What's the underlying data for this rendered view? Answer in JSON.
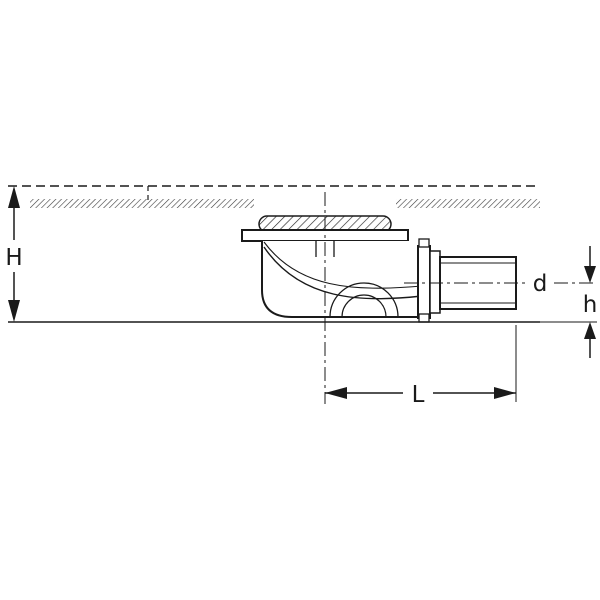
{
  "diagram": {
    "labels": {
      "H": "H",
      "d": "d",
      "h": "h",
      "L": "L"
    },
    "colors": {
      "line": "#1a1a1a",
      "background": "#ffffff"
    }
  }
}
